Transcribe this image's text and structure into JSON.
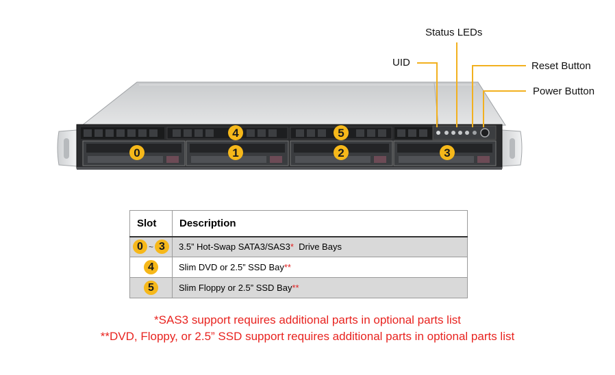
{
  "callouts": {
    "status_leds": "Status LEDs",
    "uid": "UID",
    "reset_button": "Reset Button",
    "power_button": "Power Button"
  },
  "bays": {
    "labels": [
      "0",
      "1",
      "2",
      "3",
      "4",
      "5"
    ]
  },
  "table": {
    "header_slot": "Slot",
    "header_description": "Description",
    "rows": [
      {
        "slot_from": "0",
        "slot_sep": "~",
        "slot_to": "3",
        "description": "3.5” Hot-Swap SATA3/SAS3",
        "mark": "*",
        "after_mark": "  Drive Bays"
      },
      {
        "slot": "4",
        "description": "Slim DVD or 2.5” SSD Bay",
        "mark": "**"
      },
      {
        "slot": "5",
        "description": "Slim Floppy or 2.5” SSD Bay",
        "mark": "**"
      }
    ]
  },
  "footnotes": {
    "sas3": "*SAS3 support requires additional parts in optional parts list",
    "dvd": "**DVD, Floppy, or 2.5” SSD support requires additional parts in optional parts list"
  },
  "colors": {
    "badge": "#f6b81a",
    "callout_line": "#f2b01e",
    "footnote_red": "#e8231f"
  }
}
